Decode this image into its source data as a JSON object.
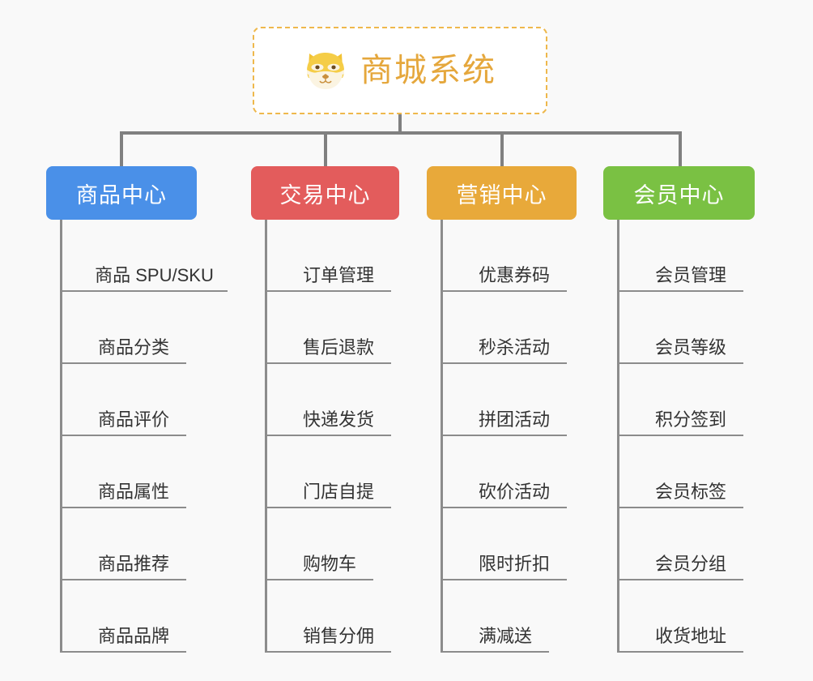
{
  "page": {
    "background_color": "#f9f9f9",
    "type": "mindmap"
  },
  "root": {
    "title": "商城系统",
    "icon": "shiba-dog-icon",
    "text_color": "#e5a73c",
    "border_color": "#eeb84c",
    "background_color": "#ffffff"
  },
  "connector_color": "#808080",
  "branches": [
    {
      "label": "商品中心",
      "color": "#4a90e8",
      "leaves": [
        "商品 SPU/SKU",
        "商品分类",
        "商品评价",
        "商品属性",
        "商品推荐",
        "商品品牌"
      ]
    },
    {
      "label": "交易中心",
      "color": "#e35c5c",
      "leaves": [
        "订单管理",
        "售后退款",
        "快递发货",
        "门店自提",
        "购物车",
        "销售分佣"
      ]
    },
    {
      "label": "营销中心",
      "color": "#e8a93a",
      "leaves": [
        "优惠券码",
        "秒杀活动",
        "拼团活动",
        "砍价活动",
        "限时折扣",
        "满减送"
      ]
    },
    {
      "label": "会员中心",
      "color": "#7ac143",
      "leaves": [
        "会员管理",
        "会员等级",
        "积分签到",
        "会员标签",
        "会员分组",
        "收货地址"
      ]
    }
  ]
}
